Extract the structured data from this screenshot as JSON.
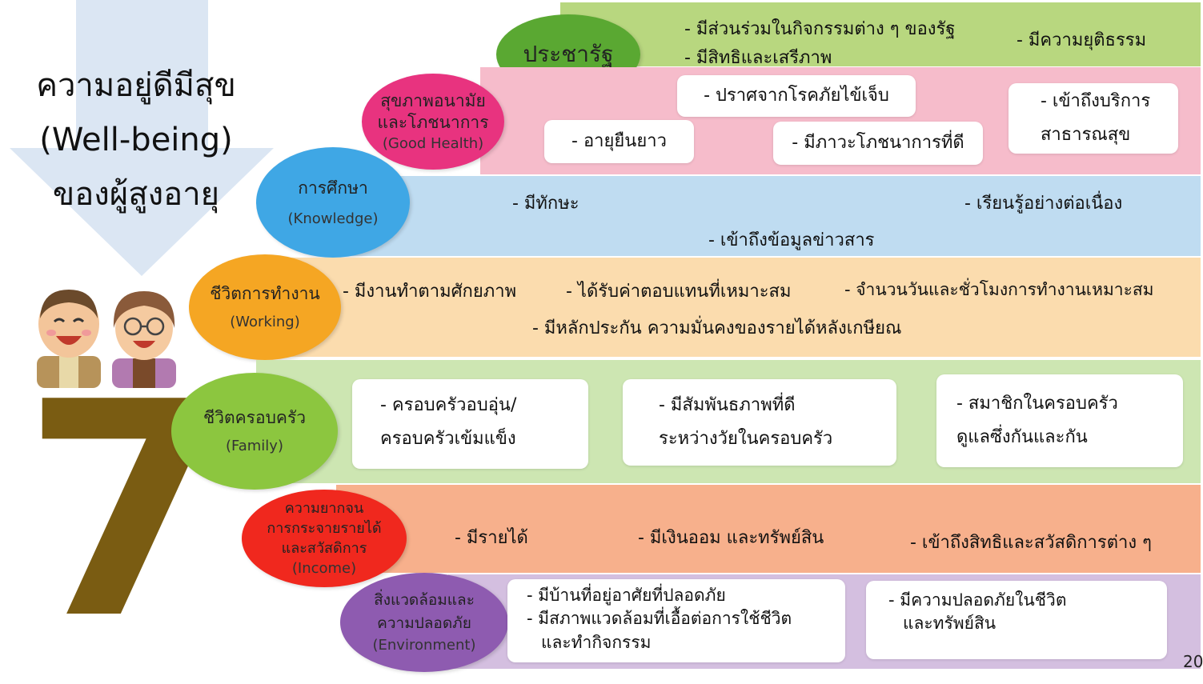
{
  "title": {
    "line1": "ความอยู่ดีมีสุข",
    "line2": "(Well-being)",
    "line3": "ของผู้สูงอายุ"
  },
  "big_number": "7",
  "page_number": "20",
  "colors": {
    "arrow": "#dbe6f3",
    "number": "#7a5c12"
  },
  "dimensions": {
    "civic": {
      "label": "ประชารัฐ",
      "color": "#5aa832",
      "band_color": "#b8d77f",
      "items": [
        "- มีส่วนร่วมในกิจกรรมต่าง ๆ ของรัฐ",
        "- มีสิทธิและเสรีภาพ",
        "- มีความยุติธรรม"
      ]
    },
    "health": {
      "label_line1": "สุขภาพอนามัย",
      "label_line2": "และโภชนาการ",
      "label_en": "(Good Health)",
      "color": "#e8337f",
      "band_color": "#f6bccb",
      "items": [
        "- ปราศจากโรคภัยไข้เจ็บ",
        "- อายุยืนยาว",
        "- มีภาวะโภชนาการที่ดี"
      ],
      "service_line1": "- เข้าถึงบริการ",
      "service_line2": "สาธารณสุข"
    },
    "education": {
      "label": "การศึกษา",
      "label_en": "(Knowledge)",
      "color": "#3fa7e5",
      "band_color": "#bfdcf1",
      "items": [
        "- มีทักษะ",
        "- เรียนรู้อย่างต่อเนื่อง",
        "- เข้าถึงข้อมูลข่าวสาร"
      ]
    },
    "working": {
      "label": "ชีวิตการทำงาน",
      "label_en": "(Working)",
      "color": "#f5a623",
      "band_color": "#fbdcae",
      "items": [
        "- มีงานทำตามศักยภาพ",
        "- ได้รับค่าตอบแทนที่เหมาะสม",
        "- จำนวนวันและชั่วโมงการทำงานเหมาะสม",
        "- มีหลักประกัน ความมั่นคงของรายได้หลังเกษียณ"
      ]
    },
    "family": {
      "label": "ชีวิตครอบครัว",
      "label_en": "(Family)",
      "color": "#8cc63f",
      "band_color": "#cde6b2",
      "cards": [
        {
          "line1": "- ครอบครัวอบอุ่น/",
          "line2": "ครอบครัวเข้มแข็ง"
        },
        {
          "line1": "- มีสัมพันธภาพที่ดี",
          "line2": "ระหว่างวัยในครอบครัว"
        },
        {
          "line1": "- สมาชิกในครอบครัว",
          "line2": "ดูแลซึ่งกันและกัน"
        }
      ]
    },
    "income": {
      "label_line1": "ความยากจน",
      "label_line2": "การกระจายรายได้",
      "label_line3": "และสวัสดิการ",
      "label_en": "(Income)",
      "color": "#f0281e",
      "band_color": "#f7b08c",
      "items": [
        "- มีรายได้",
        "- มีเงินออม และทรัพย์สิน",
        "- เข้าถึงสิทธิและสวัสดิการต่าง ๆ"
      ]
    },
    "environment": {
      "label_line1": "สิ่งแวดล้อมและ",
      "label_line2": "ความปลอดภัย",
      "label_en": "(Environment)",
      "color": "#8e5bb0",
      "band_color": "#d4bfe0",
      "card1_line1": "- มีบ้านที่อยู่อาศัยที่ปลอดภัย",
      "card1_line2": "- มีสภาพแวดล้อมที่เอื้อต่อการใช้ชีวิต",
      "card1_line3": "และทำกิจกรรม",
      "card2_line1": "- มีความปลอดภัยในชีวิต",
      "card2_line2": "และทรัพย์สิน"
    }
  }
}
